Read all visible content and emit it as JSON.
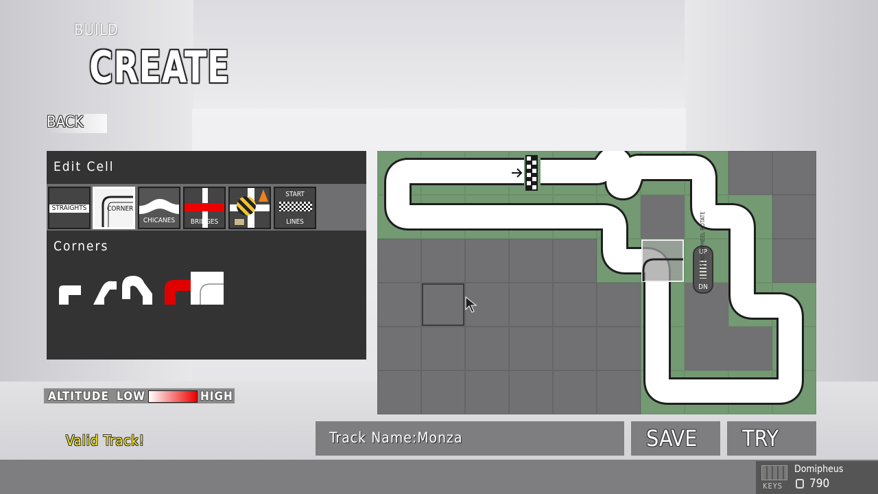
{
  "menu": {
    "build": "BUILD",
    "create": "CREATE",
    "back": "BACK"
  },
  "panel": {
    "edit_cell": "Edit Cell",
    "section": "Corners",
    "categories": [
      {
        "label": "STRAIGHTS"
      },
      {
        "label": "CORNER"
      },
      {
        "label": "CHICANES"
      },
      {
        "label": "BRIDGES"
      },
      {
        "label": ""
      },
      {
        "label_top": "START",
        "label": "LINES"
      }
    ]
  },
  "altitude": {
    "label": "ALTITUDE",
    "low": "LOW",
    "high": "HIGH"
  },
  "status": "Valid Track!",
  "track_name": "Track Name:Monza",
  "buttons": {
    "save": "SAVE",
    "try": "TRY"
  },
  "rotate_widget": {
    "up": "UP",
    "down": "DN",
    "hint": "MOUSEWHEEL ROTATE"
  },
  "user": {
    "keys": "KEYS",
    "name": "Domipheus",
    "points": "790"
  },
  "colors": {
    "panel": "#333334",
    "grass": "#739a73",
    "empty_cell": "#717173",
    "highlight": "#e00000",
    "valid": "#ffee22"
  }
}
